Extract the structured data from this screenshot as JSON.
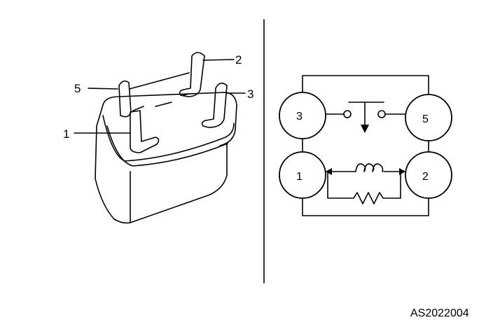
{
  "relay_view": {
    "pin_labels": {
      "pin5": "5",
      "pin2": "2",
      "pin3": "3",
      "pin1": "1"
    }
  },
  "schematic": {
    "nodes": {
      "n3": "3",
      "n5": "5",
      "n1": "1",
      "n2": "2"
    }
  },
  "figure_code": "AS2022004",
  "colors": {
    "ink": "#000000",
    "background": "#ffffff"
  }
}
